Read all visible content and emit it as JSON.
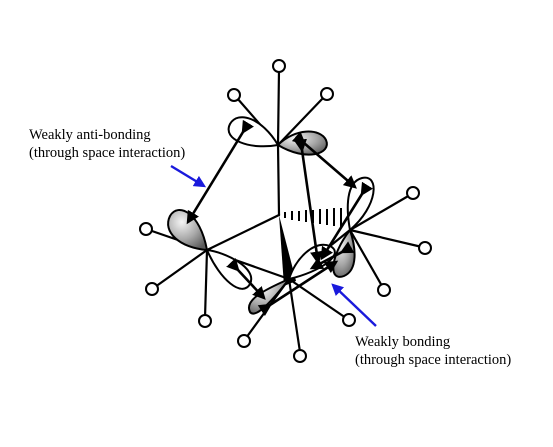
{
  "annotations": {
    "anti_bonding": {
      "line1": "Weakly anti-bonding",
      "line2": "(through space interaction)"
    },
    "bonding": {
      "line1": "Weakly bonding",
      "line2": "(through space interaction)"
    }
  },
  "colors": {
    "pointer_arrow": "#1a1adc",
    "lines": "#000000",
    "lobe_shaded_dark": "#6e6e6e",
    "lobe_shaded_light": "#f2f2f2",
    "atom_fill": "#ffffff"
  }
}
